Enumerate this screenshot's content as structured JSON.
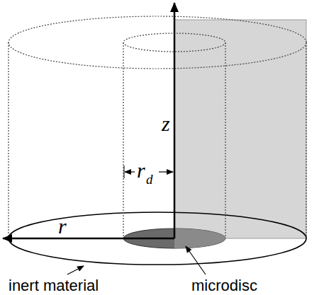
{
  "diagram": {
    "labels": [
      "z",
      "r",
      "r",
      "d",
      "inert material",
      "microdisc"
    ]
  }
}
